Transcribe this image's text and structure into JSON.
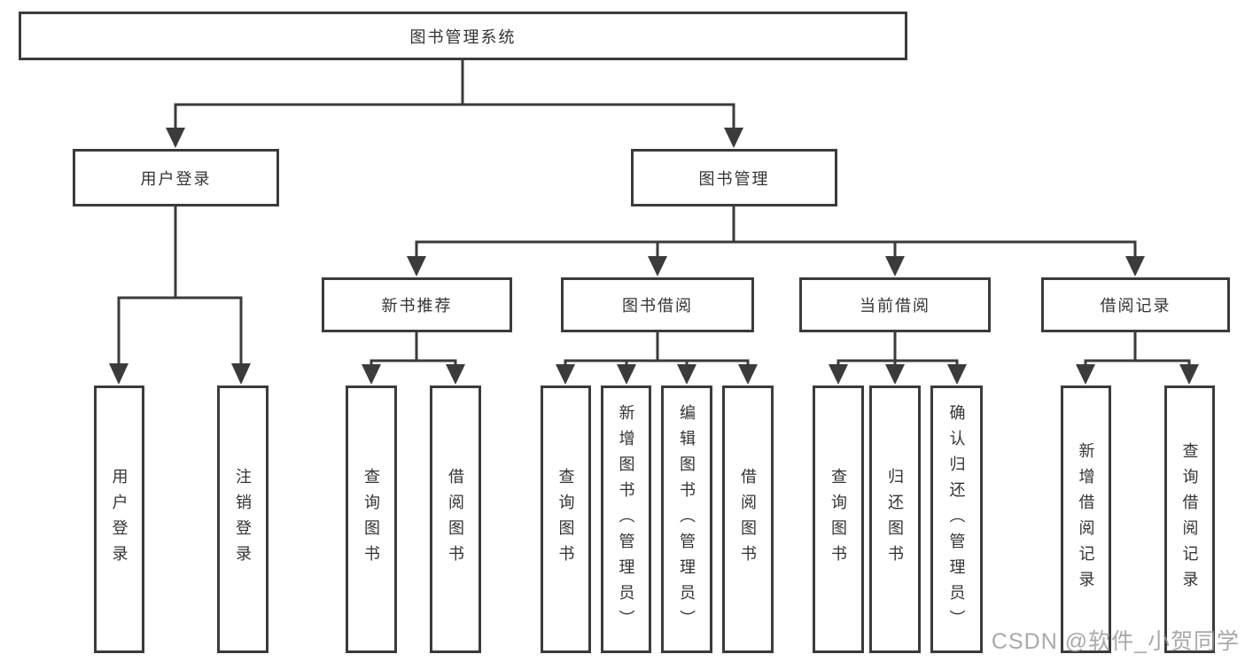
{
  "diagram": {
    "type": "hierarchy-tree",
    "watermark": "CSDN @软件_小贺同学",
    "colors": {
      "line": "#3b3b3b",
      "box_border": "#3b3b3b",
      "text": "#333333",
      "background": "#ffffff",
      "watermark": "#9b9b9b"
    }
  },
  "tree": {
    "label": "图书管理系统",
    "children": [
      {
        "label": "用户登录",
        "children": [
          {
            "label": "用户登录"
          },
          {
            "label": "注销登录"
          }
        ]
      },
      {
        "label": "图书管理",
        "children": [
          {
            "label": "新书推荐",
            "children": [
              {
                "label": "查询图书"
              },
              {
                "label": "借阅图书"
              }
            ]
          },
          {
            "label": "图书借阅",
            "children": [
              {
                "label": "查询图书"
              },
              {
                "label": "新增图书（管理员）"
              },
              {
                "label": "编辑图书（管理员）"
              },
              {
                "label": "借阅图书"
              }
            ]
          },
          {
            "label": "当前借阅",
            "children": [
              {
                "label": "查询图书"
              },
              {
                "label": "归还图书"
              },
              {
                "label": "确认归还（管理员）"
              }
            ]
          },
          {
            "label": "借阅记录",
            "children": [
              {
                "label": "新增借阅记录"
              },
              {
                "label": "查询借阅记录"
              }
            ]
          }
        ]
      }
    ]
  }
}
